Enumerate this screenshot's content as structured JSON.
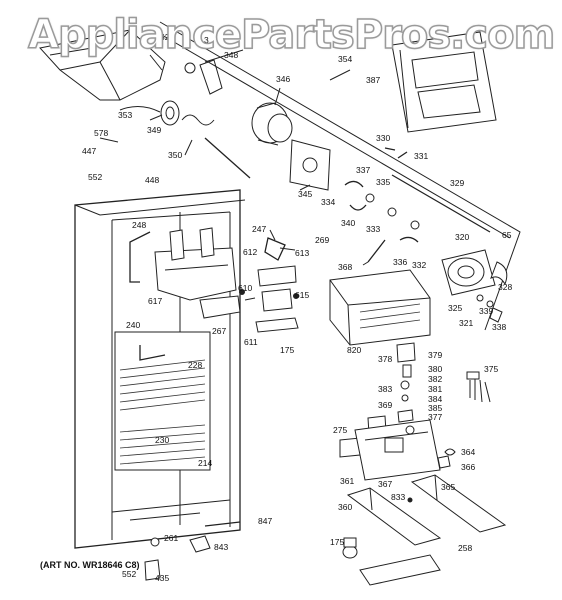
{
  "watermark": "AppliancePartsPros.com",
  "art_number": "(ART NO. WR18646 C8)",
  "callouts": [
    "52",
    "3",
    "348",
    "353",
    "349",
    "350",
    "346",
    "354",
    "387",
    "578",
    "447",
    "552",
    "448",
    "345",
    "330",
    "331",
    "337",
    "335",
    "334",
    "333",
    "340",
    "329",
    "336",
    "332",
    "320",
    "65",
    "248",
    "247",
    "612",
    "613",
    "610",
    "615",
    "611",
    "175",
    "617",
    "267",
    "269",
    "368",
    "328",
    "325",
    "321",
    "339",
    "338",
    "820",
    "240",
    "228",
    "378",
    "379",
    "380",
    "382",
    "381",
    "383",
    "384",
    "385",
    "377",
    "369",
    "375",
    "230",
    "214",
    "275",
    "364",
    "366",
    "361",
    "367",
    "365",
    "833",
    "360",
    "847",
    "261",
    "843",
    "552",
    "435",
    "175",
    "258"
  ]
}
